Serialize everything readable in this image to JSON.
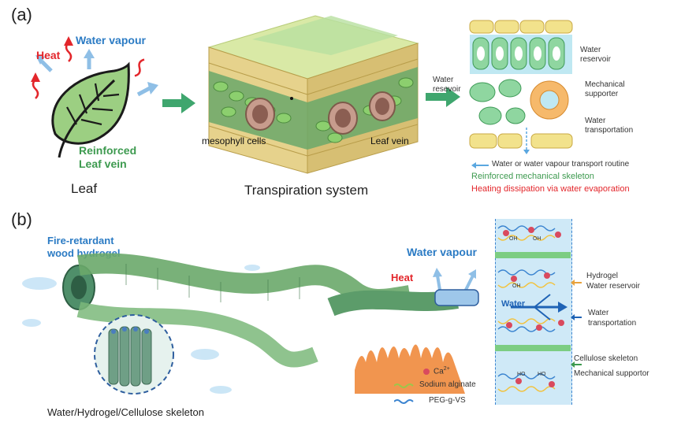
{
  "panel_a": {
    "label": "(a)",
    "leaf": {
      "heat": "Heat",
      "water_vapour": "Water vapour",
      "vein_line1": "Reinforced",
      "vein_line2": "Leaf vein",
      "caption": "Leaf"
    },
    "transpiration": {
      "mesophyll": "mesophyll cells",
      "leaf_vein": "Leaf vein",
      "caption": "Transpiration system"
    },
    "cross_section": {
      "water_reservoir_right_1": "Water",
      "water_reservoir_right_2": "reservoir",
      "water_reservoir_left_1": "Water",
      "water_reservoir_left_2": "resevoir",
      "mech_supporter_1": "Mechanical",
      "mech_supporter_2": "supporter",
      "water_transport_1": "Water",
      "water_transport_2": "transportation"
    },
    "legend": {
      "routine": "Water or water vapour transport routine",
      "skeleton": "Reinforced mechanical skeleton",
      "heating": "Heating dissipation via water evaporation"
    }
  },
  "panel_b": {
    "label": "(b)",
    "fire_retardant_1": "Fire-retardant",
    "fire_retardant_2": "wood hydrogel",
    "skeleton_caption": "Water/Hydrogel/Cellulose skeleton",
    "water_vapour": "Water vapour",
    "heat": "Heat",
    "legend": {
      "ca": "Ca",
      "ca_sup": "2+",
      "alginate": "Sodium alginate",
      "peg": "PEG-g-VS"
    },
    "schematic": {
      "water": "Water",
      "oh": "OH",
      "ho": "HO"
    },
    "labels": {
      "hydrogel_1": "Hydrogel",
      "hydrogel_2": "Water reservoir",
      "water_transport_1": "Water",
      "water_transport_2": "transportation",
      "cellulose_1": "Cellulose skeleton",
      "cellulose_2": "Mechanical supportor"
    }
  },
  "colors": {
    "leaf_green": "#9ccf82",
    "wood_green": "#6aa86a",
    "arrow_green": "#3fa66e",
    "blue": "#2b7bc4",
    "red": "#e3262b",
    "flame": "#f08a3c"
  }
}
